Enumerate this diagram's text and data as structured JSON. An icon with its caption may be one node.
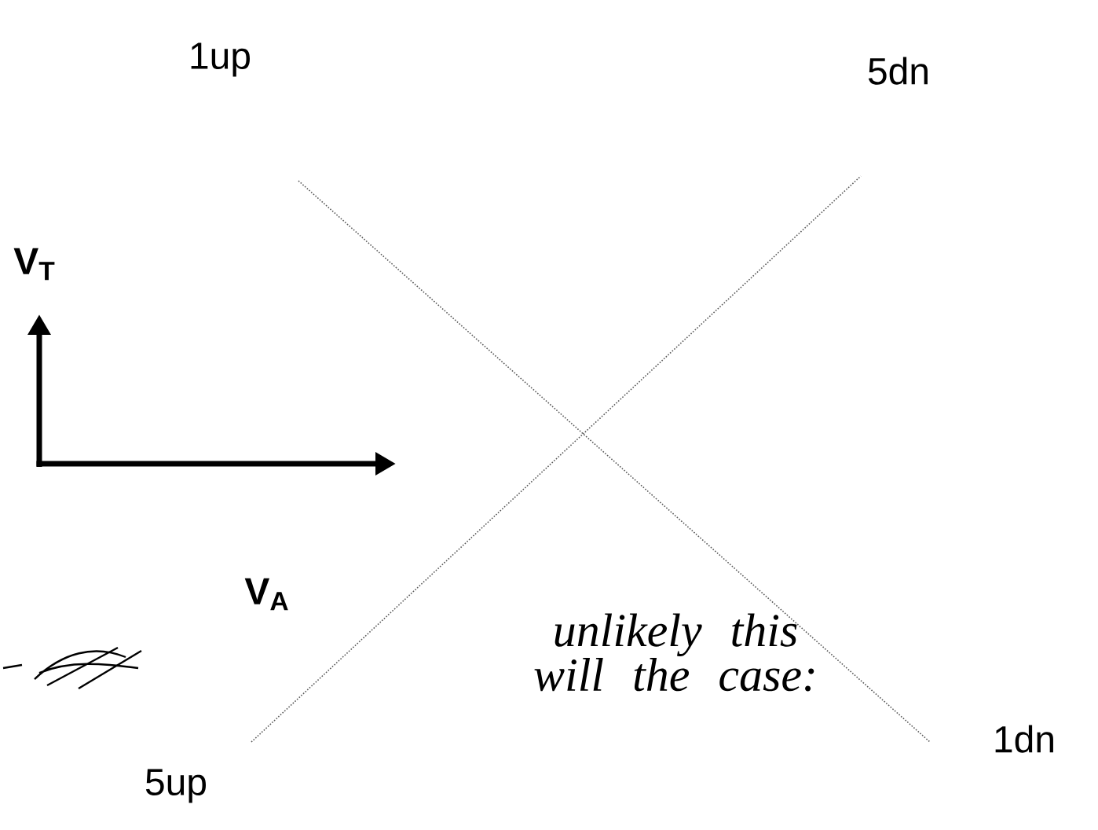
{
  "diagram": {
    "labels": [
      "1up",
      "5dn",
      "V$_{T}$",
      "V$_{A}$",
      "unlikely this will the case:",
      "5up",
      "1dn"
    ]
  }
}
